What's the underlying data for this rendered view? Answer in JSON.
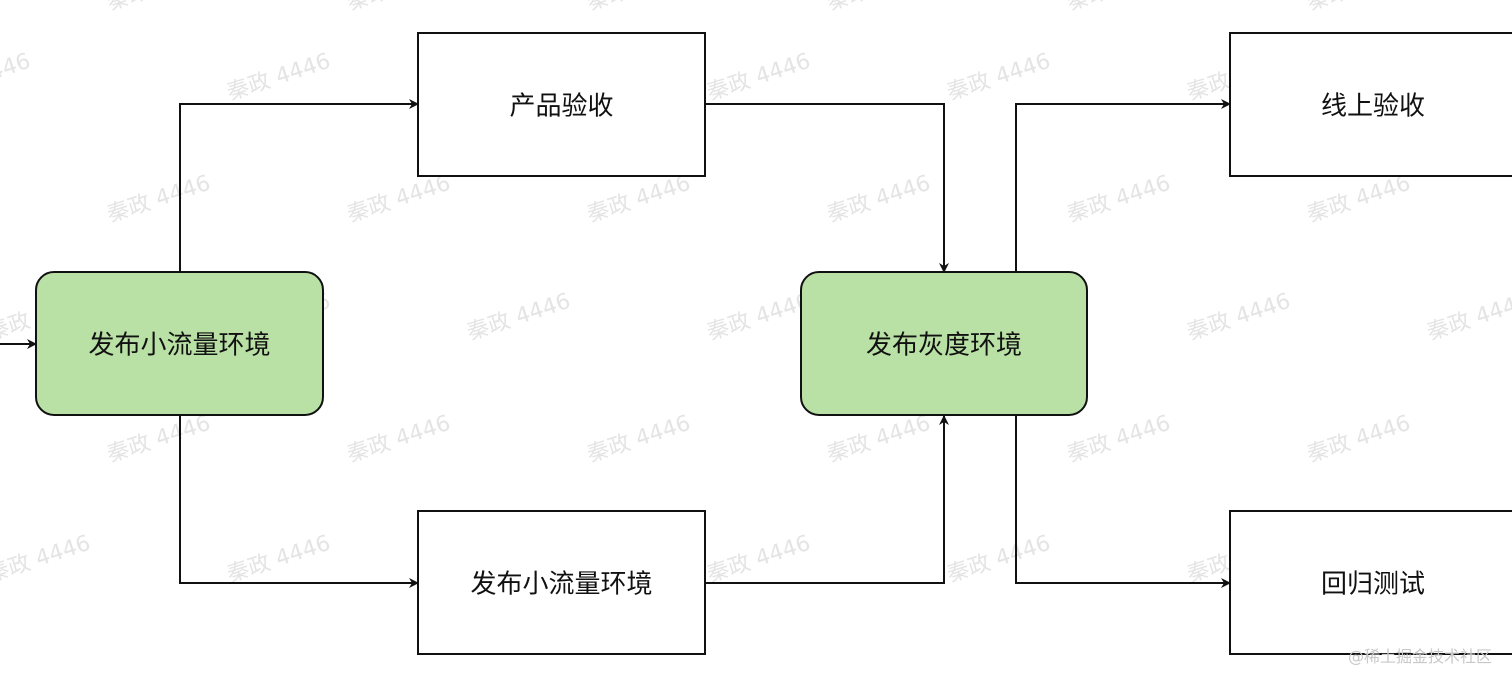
{
  "watermark": "秦政 4446",
  "credit": "@稀土掘金技术社区",
  "colors": {
    "highlight_fill": "#b9e0a5",
    "plain_fill": "#ffffff",
    "stroke": "#111111"
  },
  "nodes": {
    "n1": {
      "label": "发布小流量环境",
      "highlight": true
    },
    "n2": {
      "label": "产品验收",
      "highlight": false
    },
    "n3": {
      "label": "发布小流量环境",
      "highlight": false
    },
    "n4": {
      "label": "发布灰度环境",
      "highlight": true
    },
    "n5": {
      "label": "线上验收",
      "highlight": false
    },
    "n6": {
      "label": "回归测试",
      "highlight": false
    }
  },
  "edges": [
    {
      "from": "entry",
      "to": "n1"
    },
    {
      "from": "n1",
      "to": "n2"
    },
    {
      "from": "n1",
      "to": "n3"
    },
    {
      "from": "n2",
      "to": "n4"
    },
    {
      "from": "n3",
      "to": "n4"
    },
    {
      "from": "n4",
      "to": "n5"
    },
    {
      "from": "n4",
      "to": "n6"
    }
  ]
}
